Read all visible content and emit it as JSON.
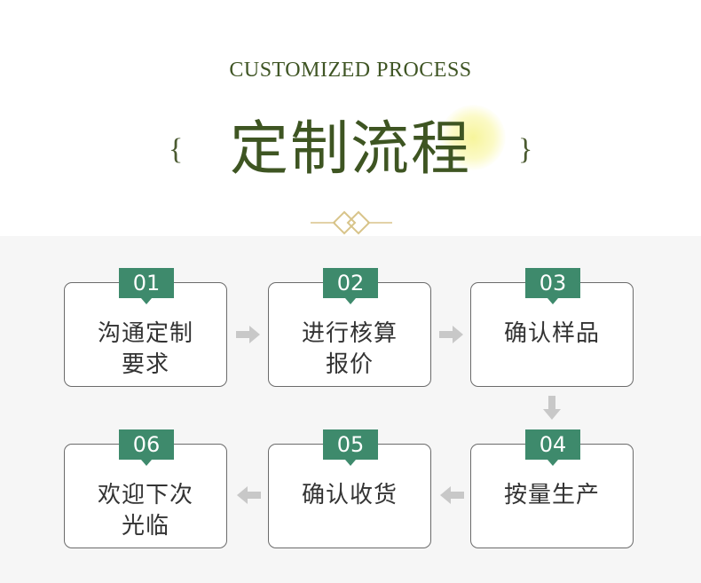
{
  "header": {
    "subtitle": "CUSTOMIZED PROCESS",
    "title": "定制流程",
    "brace_left": "{",
    "brace_right": "}"
  },
  "colors": {
    "accent_green": "#3e8a6c",
    "title_green": "#3e5522",
    "ornament_gold": "#d8c48a"
  },
  "steps": [
    {
      "number": "01",
      "line1": "沟通定制",
      "line2": "要求"
    },
    {
      "number": "02",
      "line1": "进行核算",
      "line2": "报价"
    },
    {
      "number": "03",
      "line1": "确认样品",
      "line2": ""
    },
    {
      "number": "04",
      "line1": "按量生产",
      "line2": ""
    },
    {
      "number": "05",
      "line1": "确认收货",
      "line2": ""
    },
    {
      "number": "06",
      "line1": "欢迎下次",
      "line2": "光临"
    }
  ]
}
